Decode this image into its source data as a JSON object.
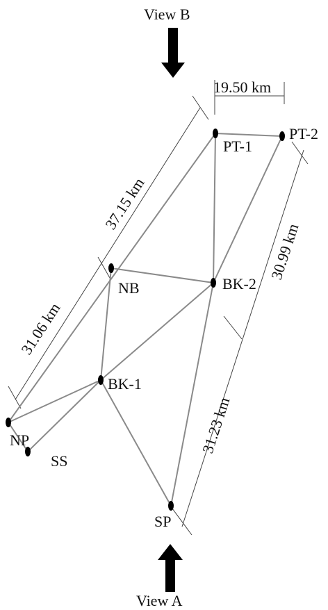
{
  "views": {
    "top": "View B",
    "bottom": "View A"
  },
  "stations": {
    "pt1": "PT-1",
    "pt2": "PT-2",
    "nb": "NB",
    "bk2": "BK-2",
    "bk1": "BK-1",
    "np": "NP",
    "ss": "SS",
    "sp": "SP"
  },
  "distances": {
    "pt1_pt2": "19.50 km",
    "upper_left": "37.15 km",
    "lower_left": "31.06 km",
    "upper_right": "30.99 km",
    "lower_right": "31.23 km"
  },
  "links": [
    [
      "np",
      "pt1"
    ],
    [
      "np",
      "bk1"
    ],
    [
      "np",
      "ss"
    ],
    [
      "ss",
      "bk1"
    ],
    [
      "nb",
      "bk1"
    ],
    [
      "nb",
      "bk2"
    ],
    [
      "bk1",
      "bk2"
    ],
    [
      "bk1",
      "sp"
    ],
    [
      "bk2",
      "sp"
    ],
    [
      "bk2",
      "pt1"
    ],
    [
      "bk2",
      "pt2"
    ],
    [
      "pt1",
      "pt2"
    ]
  ]
}
